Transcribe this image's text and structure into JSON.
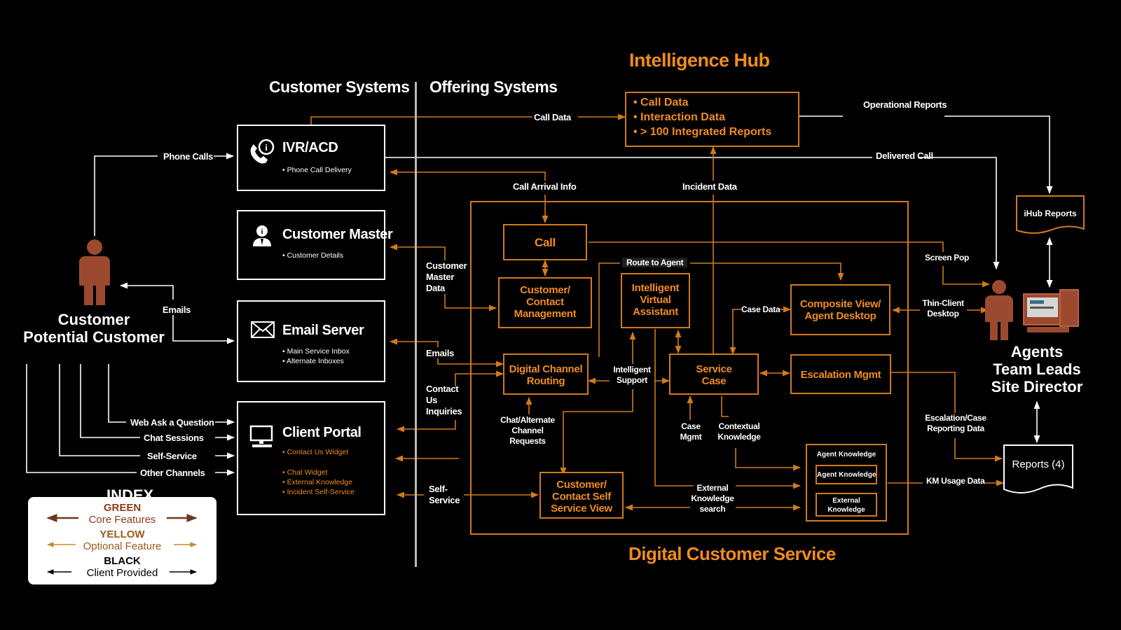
{
  "headers": {
    "customer_systems": "Customer Systems",
    "offering_systems": "Offering Systems",
    "intelligence_hub": "Intelligence Hub",
    "digital_customer_service": "Digital Customer Service"
  },
  "hub_box": {
    "items": [
      "Call Data",
      "Interaction Data",
      "> 100 Integrated Reports"
    ]
  },
  "customer": {
    "line1": "Customer",
    "line2": "Potential Customer"
  },
  "agents": {
    "line1": "Agents",
    "line2": "Team Leads",
    "line3": "Site Director"
  },
  "systems": {
    "ivr": {
      "title": "IVR/ACD",
      "sub": [
        "• Phone Call Delivery"
      ],
      "icon": "phone-info-icon"
    },
    "master": {
      "title": "Customer Master",
      "sub": [
        "• Customer Details"
      ],
      "icon": "person-info-icon"
    },
    "email": {
      "title": "Email Server",
      "sub": [
        "• Main Service Inbox",
        "• Alternate Inboxes"
      ],
      "icon": "envelope-icon"
    },
    "portal": {
      "title": "Client Portal",
      "sub": [
        "• Contact Us Widget",
        "",
        "• Chat Widget",
        "• External Knowledge",
        "• Incident Self-Service"
      ],
      "icon": "monitor-icon"
    }
  },
  "dcs_boxes": {
    "call": "Call",
    "ccm": [
      "Customer/",
      "Contact",
      "Management"
    ],
    "ivas": [
      "Intelligent",
      "Virtual",
      "Assistant"
    ],
    "composite": [
      "Composite View/",
      "Agent Desktop"
    ],
    "dcr": [
      "Digital Channel",
      "Routing"
    ],
    "service_case": [
      "Service",
      "Case"
    ],
    "escalation": "Escalation Mgmt",
    "self_service": [
      "Customer/",
      "Contact Self",
      "Service View"
    ],
    "agent_knowledge_outer": "Agent Knowledge",
    "agent_knowledge_inner": "Agent Knowledge",
    "external_knowledge": [
      "External",
      "Knowledge"
    ]
  },
  "reports": {
    "ihub": "iHub Reports",
    "reports4": "Reports (4)"
  },
  "labels": {
    "phone_calls": "Phone Calls",
    "emails_left": "Emails",
    "web_ask": "Web Ask a Question",
    "chat_sessions": "Chat Sessions",
    "self_service_left": "Self-Service",
    "other_channels": "Other Channels",
    "call_data": "Call Data",
    "operational_reports": "Operational Reports",
    "delivered_call": "Delivered Call",
    "call_arrival_info": "Call Arrival Info",
    "incident_data": "Incident Data",
    "route_to_agent": "Route to Agent",
    "screen_pop": "Screen Pop",
    "customer_master_data": [
      "Customer",
      "Master",
      "Data"
    ],
    "case_data": "Case Data",
    "thin_client": [
      "Thin-Client",
      "Desktop"
    ],
    "emails_mid": "Emails",
    "contact_us": [
      "Contact",
      "Us",
      "Inquiries"
    ],
    "intelligent_support": [
      "Intelligent",
      "Support"
    ],
    "chat_alt": [
      "Chat/Alternate",
      "Channel",
      "Requests"
    ],
    "case_mgmt": [
      "Case",
      "Mgmt"
    ],
    "contextual_knowledge": [
      "Contextual",
      "Knowledge"
    ],
    "escalation_case": [
      "Escalation/Case",
      "Reporting Data"
    ],
    "external_search": [
      "External",
      "Knowledge",
      "search"
    ],
    "km_usage": "KM Usage Data",
    "self_service_mid": [
      "Self-",
      "Service"
    ]
  },
  "index": {
    "title": "INDEX",
    "green": "GREEN",
    "core": "Core Features",
    "yellow": "YELLOW",
    "optional": "Optional Feature",
    "black": "BLACK",
    "client": "Client Provided"
  },
  "colors": {
    "orange": "#d07a1c",
    "orange_text": "#f08c1e",
    "brown": "#9b4a2f",
    "white": "#ffffff",
    "black": "#000000"
  }
}
